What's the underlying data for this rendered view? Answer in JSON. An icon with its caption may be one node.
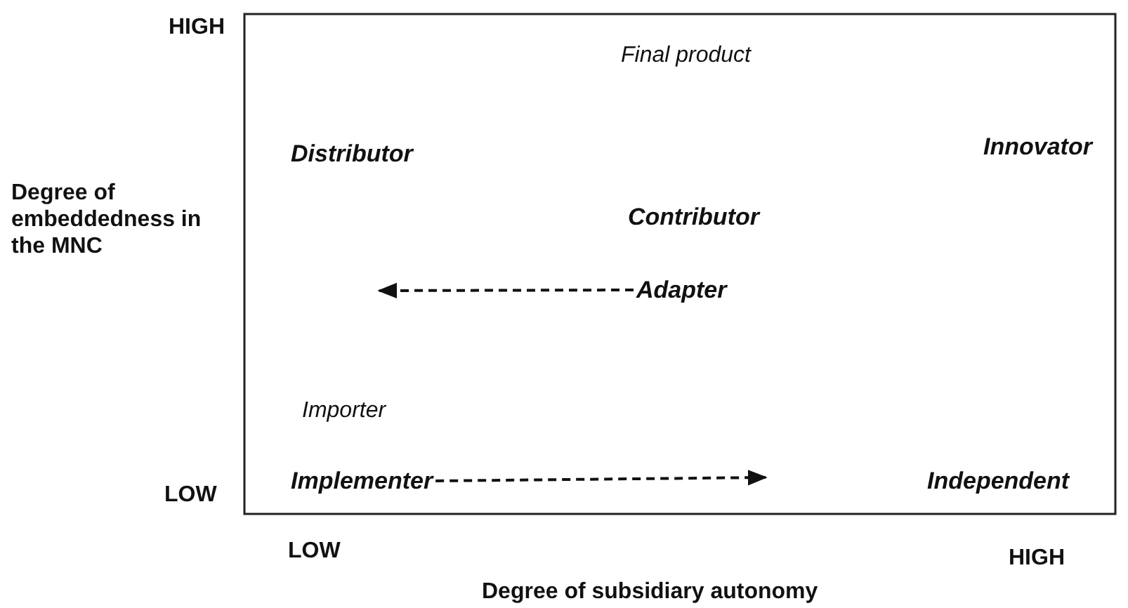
{
  "diagram": {
    "nodes": [
      {
        "text": [
          "Adapter"
        ]
      },
      {
        "text": [
          "Implementer"
        ]
      }
    ],
    "edges": [
      {
        "from": 0,
        "to": null,
        "arrow": "to",
        "style": "dashed"
      },
      {
        "from": 1,
        "to": null,
        "arrow": "to",
        "style": "dashed"
      }
    ],
    "labels": [
      "HIGH",
      "Final product",
      "Distributor",
      "Innovator",
      "Degree of embeddedness in the MNC",
      "Contributor",
      "Importer",
      "LOW",
      "Independent",
      "LOW",
      "HIGH",
      "Degree of subsidiary autonomy"
    ]
  }
}
